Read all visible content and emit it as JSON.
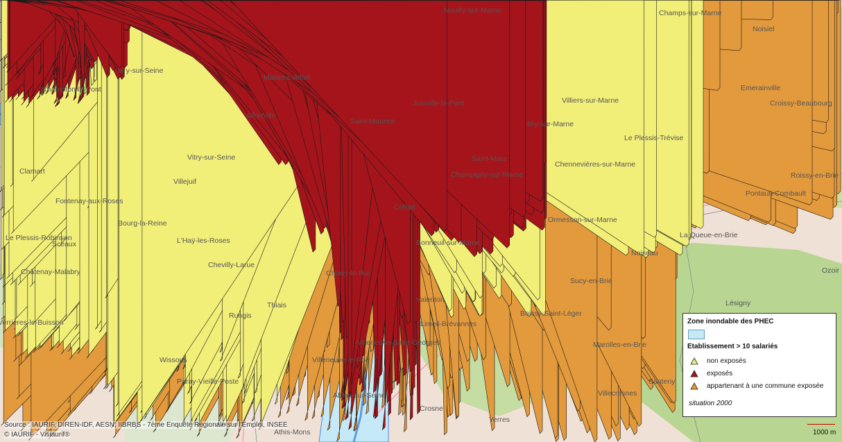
{
  "map": {
    "places": [
      "Neuilly-sur-Marne",
      "Champs-sur-Marne",
      "Noisiel",
      "Charenton-le-Pont",
      "Maisons-Alfort",
      "Alfortville",
      "Ivry-sur-Seine",
      "Vitry-sur-Seine",
      "Saint-Maurice",
      "Joinville-le-Pont",
      "Champigny-sur-Marne",
      "Villiers-sur-Marne",
      "Bry-sur-Marne",
      "Croissy-Beaubourg",
      "Emerainville",
      "Le Plessis-Trévise",
      "Chennevières-sur-Marne",
      "Ormesson-sur-Marne",
      "Pontault-Combault",
      "Roissy-en-Brie",
      "Villejuif",
      "Chevilly-Larue",
      "Fontenay-aux-Roses",
      "Clamart",
      "Bourg-la-Reine",
      "L'Haÿ-les-Roses",
      "Le Plessis-Robinson",
      "Sceaux",
      "Châtenay-Malabry",
      "Créteil",
      "Bonneuil-sur-Marne",
      "Choisy-le-Roi",
      "Thiais",
      "Rungis",
      "Valenton",
      "Sucy-en-Brie",
      "Noiseau",
      "La Queue-en-Brie",
      "Lésigny",
      "Boissy-Saint-Léger",
      "Limeil-Brévannes",
      "Villeneuve-Saint-Georges",
      "Villeneuve-le-Roi",
      "Marolles-en-Brie",
      "Santeny",
      "Villecresnes",
      "Ablon-sur-Seine",
      "Crosne",
      "Yerres",
      "Wissous",
      "Paray-Vieille-Poste",
      "Athis-Mons",
      "Verrières-le-Buisson",
      "Ozoir",
      "Saint-Maur"
    ]
  },
  "legend": {
    "zone_title": "Zone inondable des PHEC",
    "subtitle": "Etablissement > 10 salariés",
    "items": [
      {
        "label": "non exposés",
        "color": "#f2ef78"
      },
      {
        "label": "exposés",
        "color": "#a5141b"
      },
      {
        "label": "appartenant à une commune exposée",
        "color": "#e39a3c"
      }
    ],
    "note": "situation 2000"
  },
  "source_text": "Source : IAURIF, DIREN-IDF, AESN, IIBRBS - 7ème Enquête Régionale sur l'Emploi, INSEE",
  "copyright_text": "© IAURIF - Visiaurif®",
  "scale_label": "1000 m",
  "colors": {
    "flood_zone": "#c6e9f7",
    "flood_outline": "#4f86d8",
    "urban": "#efe1d6",
    "forest": "#b6d58f",
    "park": "#d2e5b4",
    "dense_urban": "#d2c3bb"
  }
}
